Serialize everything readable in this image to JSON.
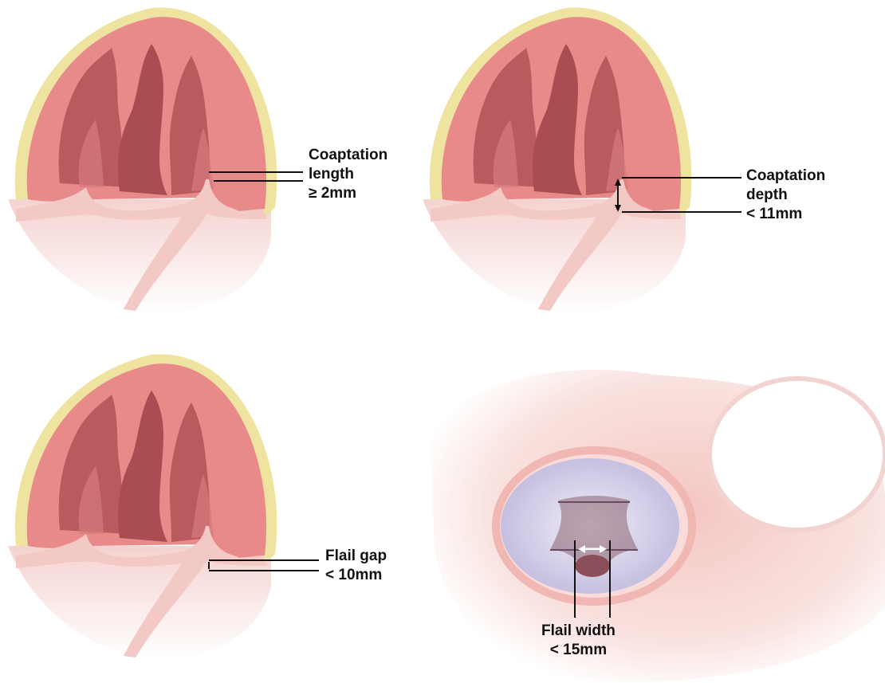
{
  "labels": {
    "coaptation_length": [
      "Coaptation",
      "length",
      "≥ 2mm"
    ],
    "coaptation_depth": [
      "Coaptation",
      "depth",
      "< 11mm"
    ],
    "flail_gap": [
      "Flail gap",
      "< 10mm"
    ],
    "flail_width": [
      "Flail width",
      "< 15mm"
    ]
  },
  "colors": {
    "myocardium": "#e88a8a",
    "myocardium_dark": "#b95a5e",
    "cavity": "#c56b6f",
    "pericardium": "#efe3a0",
    "atrium": "#f7e4e2",
    "leaflet": "#f3c9c5",
    "valve_ring": "#f0b7b3",
    "valve_leaflet": "#d8d4ec",
    "line": "#111111"
  }
}
